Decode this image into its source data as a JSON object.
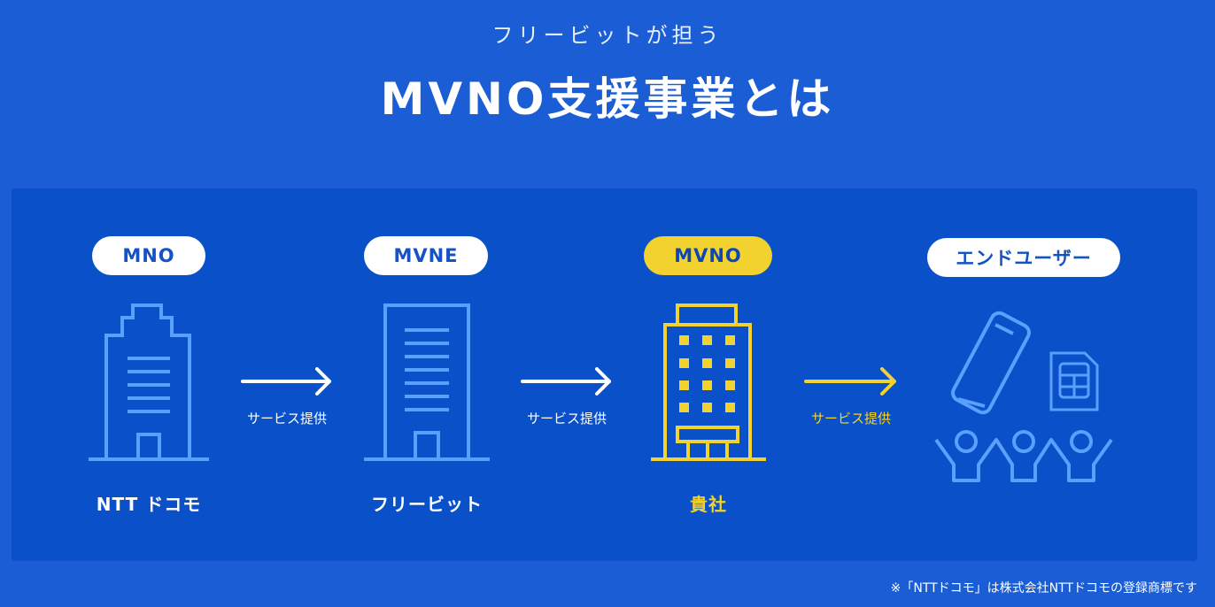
{
  "header": {
    "subtitle": "フリービットが担う",
    "title": "MVNO支援事業とは"
  },
  "flow": {
    "nodes": [
      {
        "badge": "MNO",
        "name": "NTT ドコモ"
      },
      {
        "badge": "MVNE",
        "name": "フリービット"
      },
      {
        "badge": "MVNO",
        "name": "貴社"
      },
      {
        "badge": "エンドユーザー",
        "name": ""
      }
    ],
    "arrows": [
      {
        "label": "サービス提供"
      },
      {
        "label": "サービス提供"
      },
      {
        "label": "サービス提供"
      }
    ]
  },
  "colors": {
    "background": "#1a5dd4",
    "panel": "#0a51c9",
    "icon_blue": "#5aa0ff",
    "accent_yellow": "#f2d22e"
  },
  "icons": [
    "office-building-icon",
    "office-building-icon",
    "company-building-icon",
    "smartphone-icon",
    "sim-card-icon",
    "people-group-icon"
  ],
  "footnote": "※「NTTドコモ」は株式会社NTTドコモの登録商標です"
}
